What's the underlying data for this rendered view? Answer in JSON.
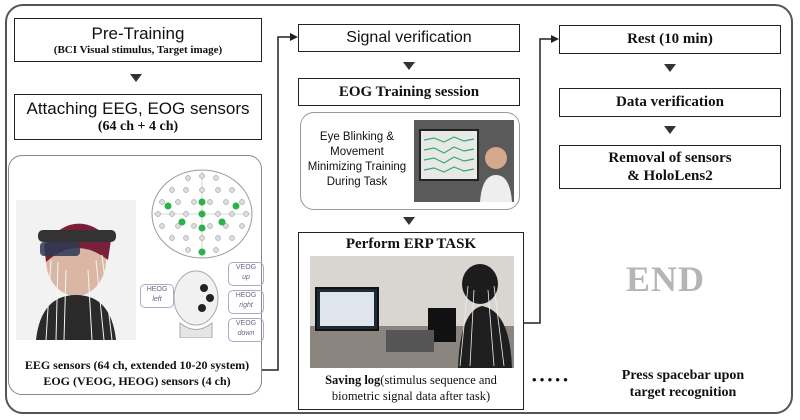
{
  "col1": {
    "pretraining_title": "Pre-Training",
    "pretraining_sub": "(BCI Visual stimulus, Target image)",
    "attach_title": "Attaching EEG, EOG sensors",
    "attach_sub": "(64 ch + 4 ch)",
    "eog_labels": {
      "veog_top": "VEOG",
      "veog_top_sub": "up",
      "heog_left": "HEOG",
      "heog_left_sub": "left",
      "heog_right": "HEOG",
      "heog_right_sub": "right",
      "veog_bottom": "VEOG",
      "veog_bottom_sub": "down"
    },
    "caption_line1": "EEG sensors (64 ch, extended 10-20 system)",
    "caption_line2": "EOG (VEOG, HEOG) sensors (4 ch)"
  },
  "col2": {
    "signal_verification": "Signal verification",
    "eog_training": "EOG Training session",
    "eye_blink_text": "Eye Blinking & Movement Minimizing Training During Task",
    "erp_title": "Perform ERP TASK",
    "saving_log_line1": "Saving log(stimulus sequence and",
    "saving_log_line2": "biometric signal data after task)"
  },
  "col3": {
    "rest": "Rest (10 min)",
    "data_verification": "Data verification",
    "removal_line1": "Removal of sensors",
    "removal_line2": "& HoloLens2",
    "end": "END",
    "dots": "• • • • •",
    "spacebar_line1": "Press spacebar upon",
    "spacebar_line2": "target recognition"
  },
  "colors": {
    "frame": "#555555",
    "electrode_green": "#2bb34a",
    "end_gray": "#b5b5b5"
  }
}
